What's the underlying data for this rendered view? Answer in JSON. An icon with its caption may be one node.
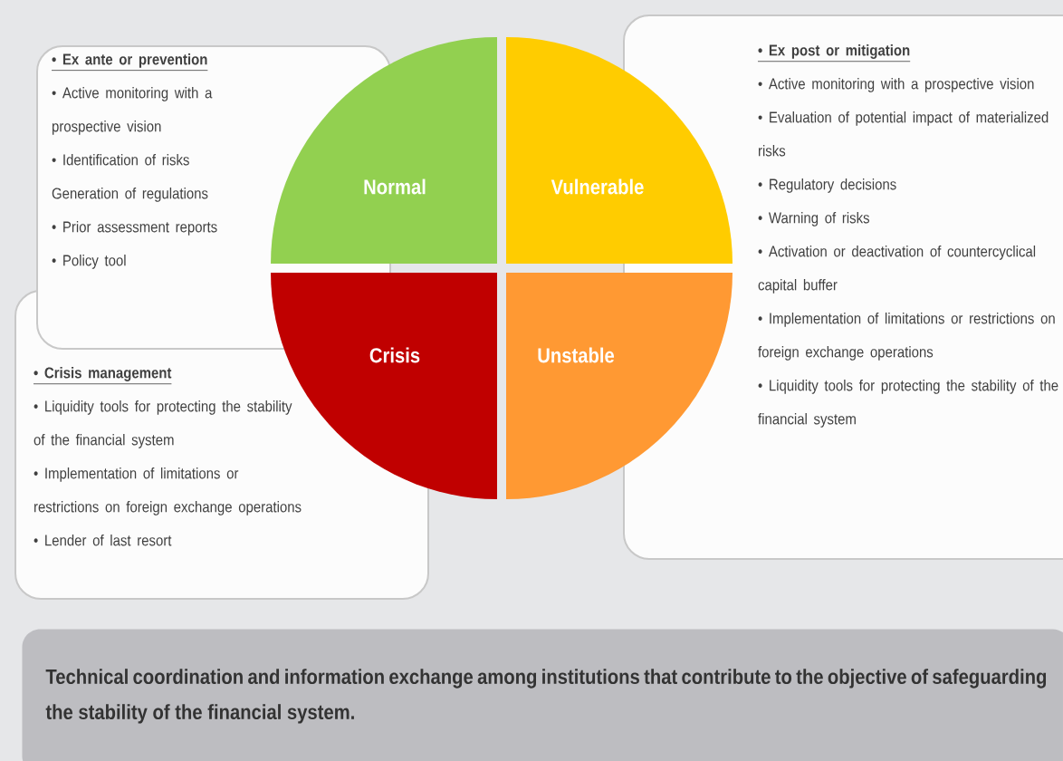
{
  "diagram": {
    "nodes": [
      {
        "text": [
          "• Ex ante or prevention",
          "• Active monitoring with a prospective vision",
          "• Identification of risks",
          "Generation of regulations",
          "• Prior assessment reports",
          "• Policy tool"
        ]
      },
      {
        "text": [
          "• Ex post or mitigation",
          "• Active monitoring with a prospective vision",
          "• Evaluation of potential impact of materialized risks",
          "•  Regulatory decisions",
          "• Warning of risks",
          "• Activation or deactivation of countercyclical capital buffer",
          "• Implementation of limitations or restrictions on foreign exchange operations",
          "• Liquidity tools for protecting the stability of the financial system"
        ]
      },
      {
        "text": [
          "• Crisis management",
          "• Liquidity tools for protecting the stability of the financial system",
          "• Implementation of limitations or restrictions on foreign exchange operations",
          "• Lender of last resort"
        ]
      },
      {
        "text": [
          "Normal"
        ]
      },
      {
        "text": [
          "Vulnerable"
        ]
      },
      {
        "text": [
          "Crisis"
        ]
      },
      {
        "text": [
          "Unstable"
        ]
      },
      {
        "text": [
          "Technical coordination and information exchange among institutions that contribute to the objective of safeguarding the stability of the financial system."
        ]
      }
    ]
  }
}
